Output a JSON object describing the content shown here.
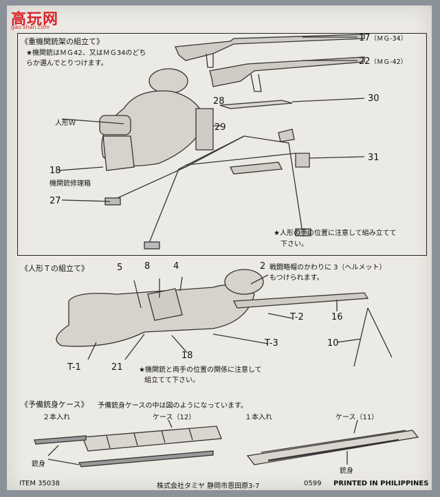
{
  "watermark": {
    "logo": "高玩网",
    "url": "gao.shan.com"
  },
  "section1": {
    "title": "《重機関銃架の組立て》",
    "note": "★機関銃はＭＧ42、又はＭＧ34のどちらか選んでとりつけます。",
    "figure_label": "人形Ｗ",
    "parts": [
      {
        "num": "17",
        "desc": "（ＭＧ-34）"
      },
      {
        "num": "22",
        "desc": "（ＭＧ-42）"
      },
      {
        "num": "28",
        "desc": ""
      },
      {
        "num": "30",
        "desc": ""
      },
      {
        "num": "29",
        "desc": ""
      },
      {
        "num": "31",
        "desc": ""
      },
      {
        "num": "18",
        "desc": "機関銃修理箱"
      },
      {
        "num": "27",
        "desc": ""
      }
    ],
    "caution_line1": "★人形の手の位置に注意して組み立てて",
    "caution_line2": "下さい。"
  },
  "section2": {
    "title": "《人形Ｔの組立て》",
    "parts": [
      "5",
      "8",
      "4",
      "2",
      "T-2",
      "16",
      "T-3",
      "10",
      "18",
      "T-1",
      "21"
    ],
    "helmet_note_line1": "戦闘略帽のかわりに 3（ヘルメット）",
    "helmet_note_line2": "もつけられます。",
    "caution_line1": "★機関銃と両手の位置の関係に注意して",
    "caution_line2": "組立てて下さい。"
  },
  "section3": {
    "title": "《予備銃身ケース》",
    "subtitle": "予備銃身ケースの中は図のようになっています。",
    "left_count": "２本入れ",
    "left_case": "ケース（12）",
    "left_barrel": "銃身",
    "right_count": "１本入れ",
    "right_case": "ケース（11）",
    "right_barrel": "銃身"
  },
  "footer": {
    "item": "ITEM  35038",
    "company": "株式会社タミヤ  静岡市恩田原3-7",
    "code": "0599",
    "printed": "PRINTED IN PHILIPPINES"
  }
}
